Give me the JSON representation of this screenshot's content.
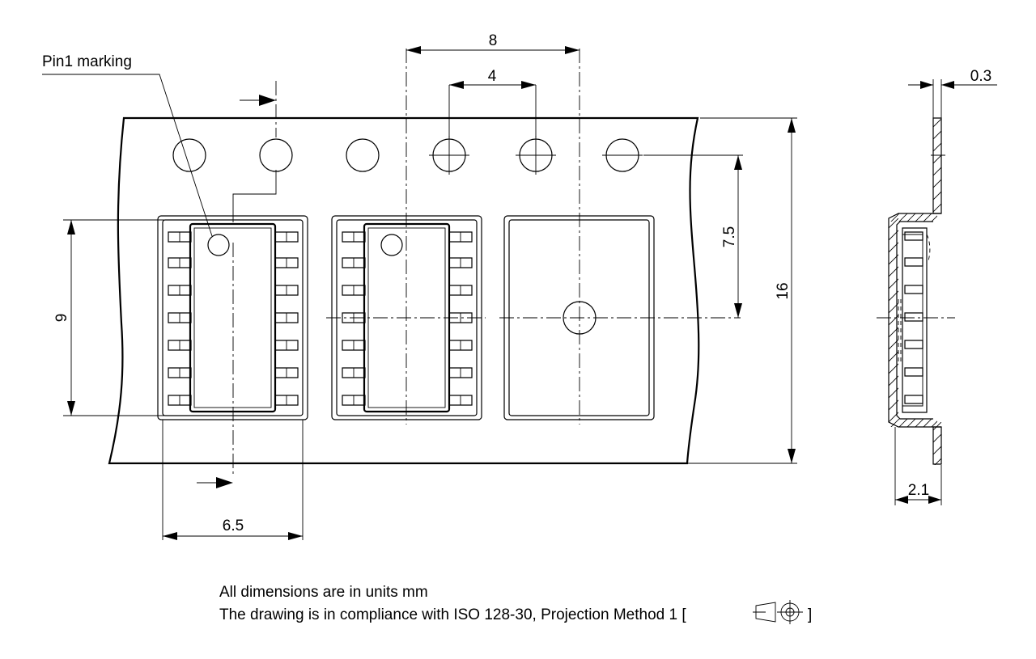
{
  "labels": {
    "pin1": "Pin1 marking",
    "pitch_8": "8",
    "pitch_4": "4",
    "thickness_03": "0.3",
    "height_9": "9",
    "offset_75": "7.5",
    "width_16": "16",
    "width_65": "6.5",
    "depth_21": "2.1"
  },
  "notes": {
    "line1": "All dimensions are in units mm",
    "line2": "The drawing is in compliance with ISO 128-30, Projection Method 1 [",
    "line2_end": "]"
  }
}
